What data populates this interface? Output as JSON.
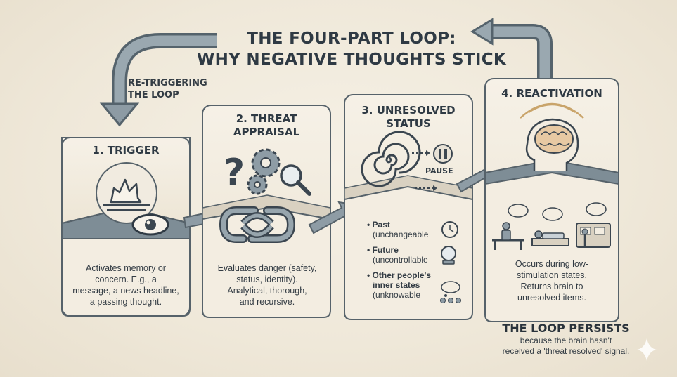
{
  "title": {
    "line1": "THE FOUR-PART LOOP:",
    "line2": "WHY NEGATIVE THOUGHTS STICK"
  },
  "retrigger_label": {
    "line1": "RE-TRIGGERING",
    "line2": "THE LOOP"
  },
  "steps": [
    {
      "title_lines": [
        "1. TRIGGER"
      ],
      "icon": "burst-eye-icon",
      "body_lines": [
        "Activates memory or",
        "concern. E.g., a",
        "message, a news headline,",
        "a passing thought."
      ]
    },
    {
      "title_lines": [
        "2. THREAT",
        "APPRAISAL"
      ],
      "icon": "question-gears-magnifier-icon",
      "body_lines": [
        "Evaluates danger (safety,",
        "status, identity).",
        "Analytical, thorough,",
        "and recursive."
      ]
    },
    {
      "title_lines": [
        "3. UNRESOLVED",
        "STATUS"
      ],
      "icon": "spiral-pause-icon",
      "pause_label": "PAUSE",
      "bullets": [
        {
          "name": "Past",
          "desc": "(unchangeable",
          "icon": "clock-icon"
        },
        {
          "name": "Future",
          "desc": "(uncontrollable",
          "icon": "crystal-ball-icon"
        },
        {
          "name": "Other people's inner states",
          "desc": "(unknowable",
          "icon": "people-thought-icon"
        }
      ]
    },
    {
      "title_lines": [
        "4. REACTIVATION"
      ],
      "icon": "brain-head-icon",
      "body_lines": [
        "Occurs during low-",
        "stimulation states.",
        "Returns brain to",
        "unresolved items."
      ]
    }
  ],
  "footer": {
    "title": "THE LOOP PERSISTS",
    "line1": "because the brain hasn't",
    "line2": "received a 'threat resolved' signal."
  },
  "colors": {
    "background": "#efe8d9",
    "card": "#f4eee2",
    "card_border": "#56626a",
    "arrow": "#7a8a94",
    "text": "#2f3a44"
  }
}
